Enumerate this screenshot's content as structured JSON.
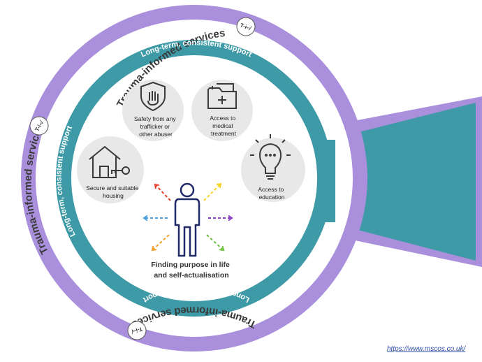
{
  "rings": {
    "outer_label": "Trauma-informed services",
    "inner_label": "Long-term, consistent support"
  },
  "badge": {
    "text": "T-i-√"
  },
  "needs": [
    {
      "id": "safety",
      "label_lines": [
        "Safety from any",
        "trafficker or",
        "other abuser"
      ],
      "icon": "shield-hand-icon"
    },
    {
      "id": "medical",
      "label_lines": [
        "Access to",
        "medical",
        "treatment"
      ],
      "icon": "medical-folder-icon"
    },
    {
      "id": "housing",
      "label_lines": [
        "Secure and suitable",
        "housing"
      ],
      "icon": "house-key-icon"
    },
    {
      "id": "education",
      "label_lines": [
        "Access to",
        "education"
      ],
      "icon": "lightbulb-icon"
    }
  ],
  "center": {
    "label_lines": [
      "Finding purpose in life",
      "and self-actualisation"
    ],
    "icon": "person-icon"
  },
  "arrows": [
    {
      "direction": "up-left",
      "color": "#e8402c"
    },
    {
      "direction": "up-right",
      "color": "#f5d422"
    },
    {
      "direction": "left",
      "color": "#4aa0e0"
    },
    {
      "direction": "right",
      "color": "#8a3fd1"
    },
    {
      "direction": "down-left",
      "color": "#f2a22a"
    },
    {
      "direction": "down-right",
      "color": "#6cc23a"
    }
  ],
  "colors": {
    "purple": "#a98fdc",
    "teal": "#3e9aa6",
    "icon_bg": "#e8e8e8",
    "icon_stroke": "#3a3a3a",
    "person": "#1f2a66"
  },
  "source": "https://www.mscos.co.uk/"
}
